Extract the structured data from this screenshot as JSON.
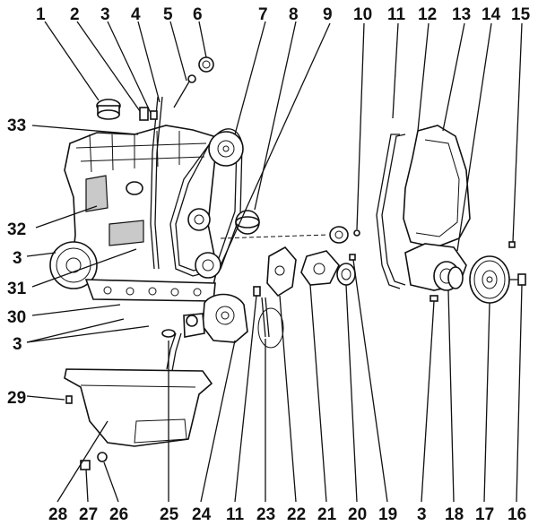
{
  "labels": {
    "l1": "1",
    "l2": "2",
    "l3a": "3",
    "l4": "4",
    "l5": "5",
    "l6": "6",
    "l7": "7",
    "l8": "8",
    "l9": "9",
    "l10": "10",
    "l11a": "11",
    "l12": "12",
    "l13": "13",
    "l14": "14",
    "l15": "15",
    "l33": "33",
    "l32": "32",
    "l3b": "3",
    "l31": "31",
    "l30": "30",
    "l3c": "3",
    "l29": "29",
    "l28": "28",
    "l27": "27",
    "l26": "26",
    "l25": "25",
    "l24": "24",
    "l11b": "11",
    "l23": "23",
    "l22": "22",
    "l21": "21",
    "l20": "20",
    "l19": "19",
    "l3d": "3",
    "l18": "18",
    "l17": "17",
    "l16": "16"
  }
}
